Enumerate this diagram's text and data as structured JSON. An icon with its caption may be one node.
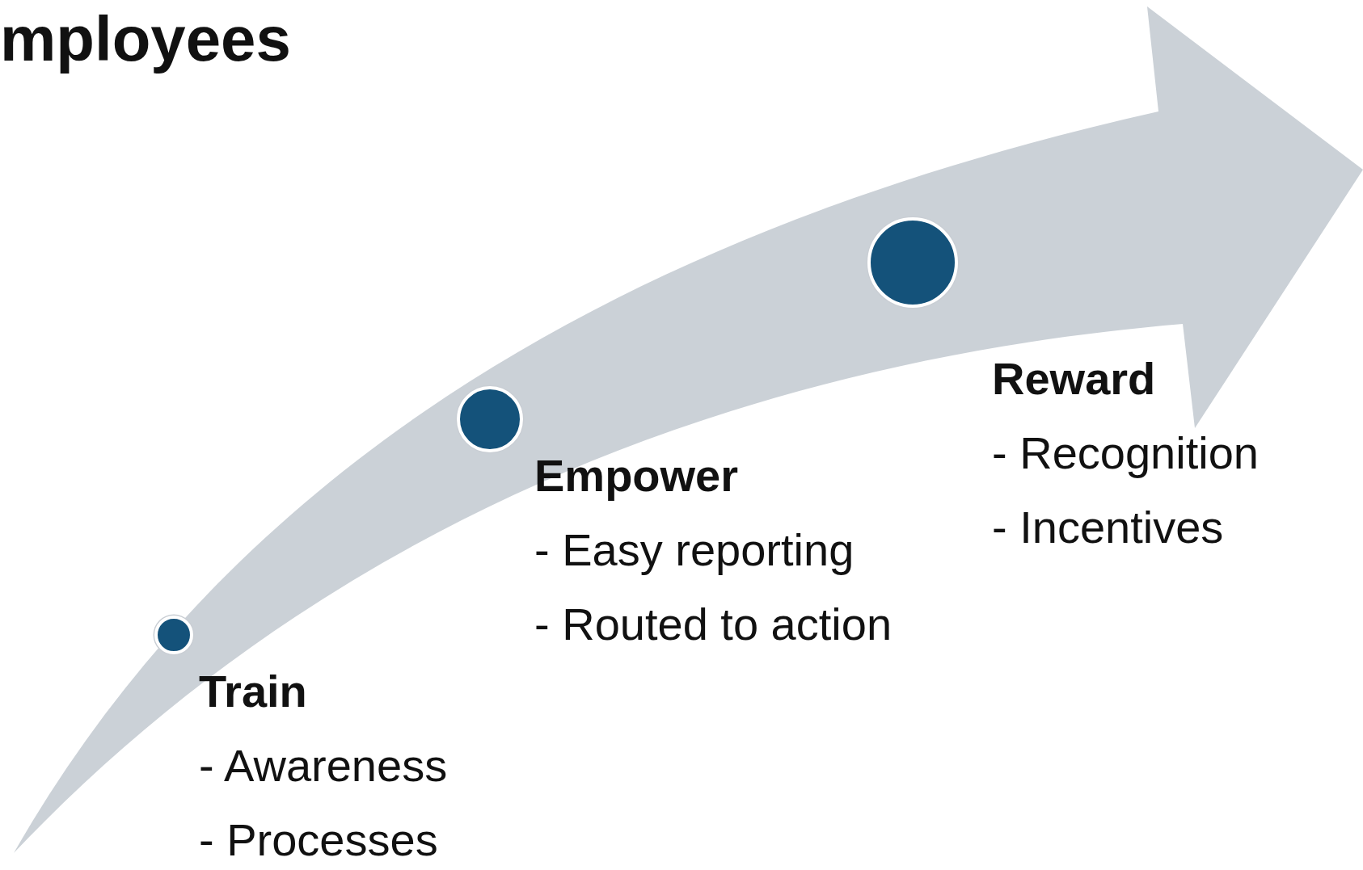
{
  "diagram": {
    "title": "mployees",
    "nodes": [
      {
        "text": [],
        "shape": "circle",
        "beside": [
          "Train",
          "- Awareness",
          "- Processes"
        ]
      },
      {
        "text": [],
        "shape": "circle",
        "beside": [
          "Empower",
          "- Easy reporting",
          "- Routed to action"
        ]
      },
      {
        "text": [],
        "shape": "circle",
        "beside": [
          "Reward",
          "- Recognition",
          "- Incentives"
        ]
      }
    ]
  }
}
